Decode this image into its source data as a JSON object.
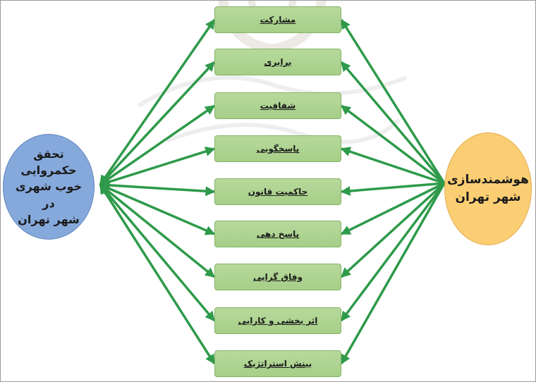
{
  "diagram": {
    "left_ellipse": {
      "lines": [
        "تحقق",
        "حکمروایی",
        "خوب شهری در",
        "شهر تهران"
      ],
      "fill": "#86a9dc"
    },
    "right_ellipse": {
      "lines": [
        "هوشمندسازی",
        "شهر تهران"
      ],
      "fill": "#fcce74"
    },
    "nodes": [
      {
        "label": "مشارکت"
      },
      {
        "label": "برابری"
      },
      {
        "label": "شفافیت"
      },
      {
        "label": "پاسخگویی"
      },
      {
        "label": "حاکمیت قانون"
      },
      {
        "label": "پاسخ دهی"
      },
      {
        "label": "وفاق گرایی"
      },
      {
        "label": "اثر بخشی و کارایی"
      },
      {
        "label": "بینش استراتژیک"
      }
    ],
    "colors": {
      "node_fill": "#a9d18e",
      "arrow": "#2e9a4a"
    }
  }
}
